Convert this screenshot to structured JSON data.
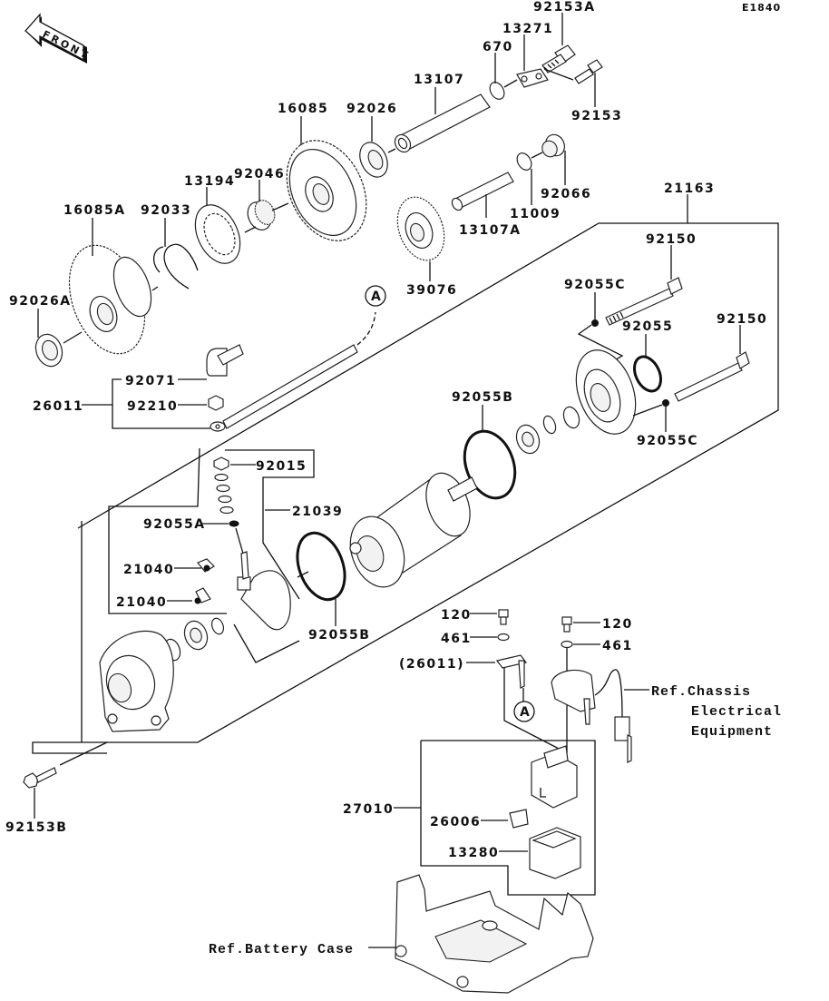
{
  "diagram": {
    "code": "E1840",
    "front_label": "FRONT",
    "callout_marker": "A",
    "parts": {
      "p92153A": "92153A",
      "p13271": "13271",
      "p670": "670",
      "p13107": "13107",
      "p92153": "92153",
      "p16085": "16085",
      "p92026": "92026",
      "p13194": "13194",
      "p92046": "92046",
      "p92033": "92033",
      "p16085A": "16085A",
      "p92026A": "92026A",
      "p92066": "92066",
      "p11009": "11009",
      "p13107A": "13107A",
      "p39076": "39076",
      "p21163": "21163",
      "p92150a": "92150",
      "p92150b": "92150",
      "p92055Ca": "92055C",
      "p92055": "92055",
      "p92055Cb": "92055C",
      "p92055Ba": "92055B",
      "p92071": "92071",
      "p26011": "26011",
      "p92210": "92210",
      "p92015": "92015",
      "p21039": "21039",
      "p92055A": "92055A",
      "p21040a": "21040",
      "p21040b": "21040",
      "p92055Bb": "92055B",
      "p120a": "120",
      "p461a": "461",
      "p26011ref": "(26011)",
      "p120b": "120",
      "p461b": "461",
      "p92153B": "92153B",
      "p27010": "27010",
      "p26006": "26006",
      "p13280": "13280"
    },
    "references": {
      "chassis_line1": "Ref.Chassis",
      "chassis_line2": "Electrical",
      "chassis_line3": "Equipment",
      "battery_case": "Ref.Battery Case"
    }
  }
}
